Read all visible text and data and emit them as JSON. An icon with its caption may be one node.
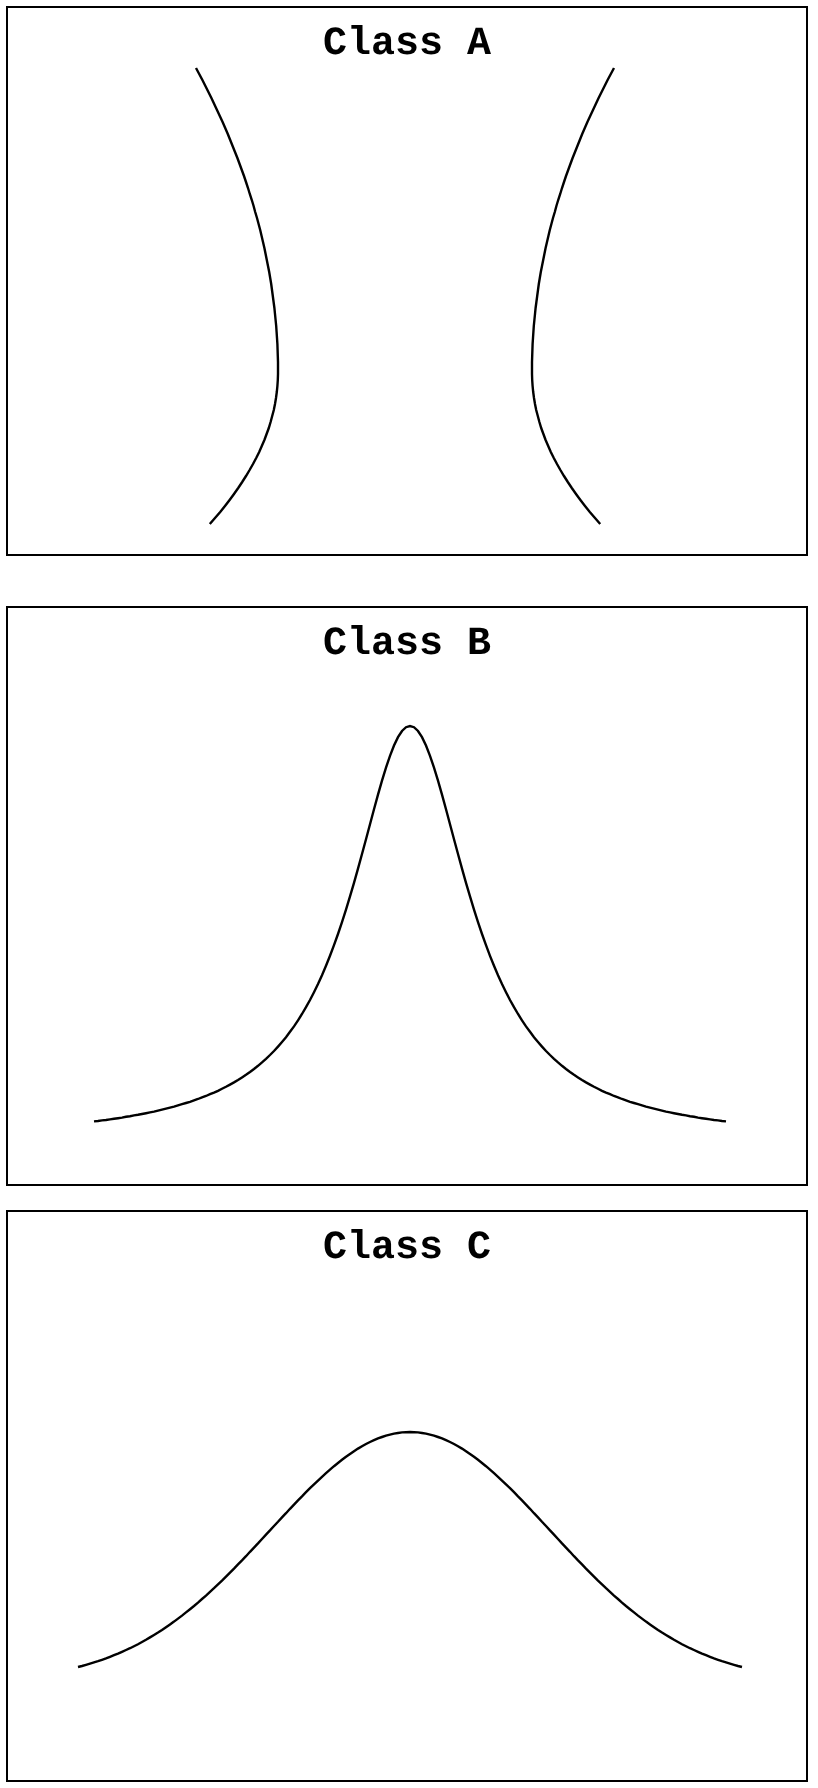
{
  "diagram": {
    "nodes": [
      {
        "text": [
          "Class A"
        ]
      },
      {
        "text": [
          "Class B"
        ]
      },
      {
        "text": [
          "Class C"
        ]
      }
    ]
  }
}
